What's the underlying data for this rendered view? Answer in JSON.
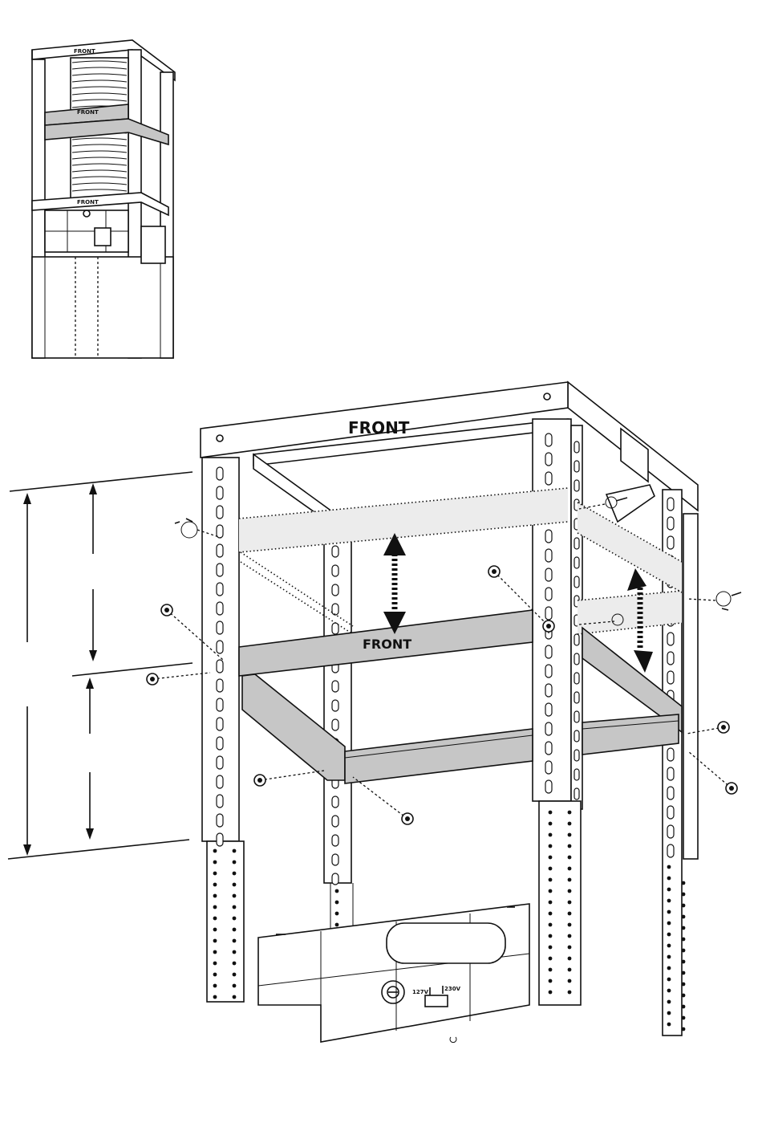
{
  "labels": {
    "front_main": "FRONT",
    "front_crossbar": "FRONT",
    "front_thumb_top": "FRONT",
    "front_thumb_mid": "FRONT",
    "front_thumb_low": "FRONT",
    "voltage_low": "127V",
    "voltage_high": "230V"
  },
  "icons": {
    "screw": "screw-icon",
    "rotate_arrow": "rotate-arrow-icon",
    "move_arrow": "double-arrow-icon",
    "voltage_switch": "voltage-switch-icon",
    "power_button": "power-button-icon"
  },
  "colors": {
    "line": "#111111",
    "crossbar_fill": "#c6c6c6",
    "ghost_fill": "#ececec",
    "background": "#ffffff"
  }
}
